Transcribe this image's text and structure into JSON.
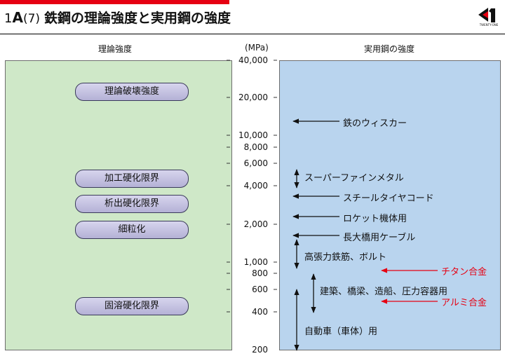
{
  "header": {
    "title_prefix_1": "1",
    "title_prefix_a": "A",
    "title_prefix_num": "(7)",
    "title": "鉄鋼の理論強度と実用鋼の強度",
    "logo_caption": "TWENTY-ONE",
    "accent_color": "#e60012"
  },
  "left_column": {
    "heading": "理論強度",
    "items": [
      "理論破壊強度",
      "加工硬化限界",
      "析出硬化限界",
      "細粒化",
      "固溶硬化限界"
    ]
  },
  "axis": {
    "unit": "(MPa)",
    "ticks": [
      "40,000",
      "20,000",
      "10,000",
      "8,000",
      "6,000",
      "4,000",
      "2,000",
      "1,000",
      "800",
      "600",
      "400",
      "200"
    ]
  },
  "right_column": {
    "heading": "実用鋼の強度",
    "items": [
      "鉄のウィスカー",
      "スーパーファインメタル",
      "スチールタイヤコード",
      "ロケット機体用",
      "長大橋用ケーブル",
      "高張力鉄筋、ボルト",
      "建築、橋梁、造船、圧力容器用",
      "自動車（車体）用"
    ],
    "comparisons": [
      "チタン合金",
      "アルミ合金"
    ]
  },
  "colors": {
    "left_panel": "#cfe8c8",
    "right_panel": "#b9d4ee",
    "pill": "#c8c6e6",
    "comparison_text": "#e60012"
  }
}
